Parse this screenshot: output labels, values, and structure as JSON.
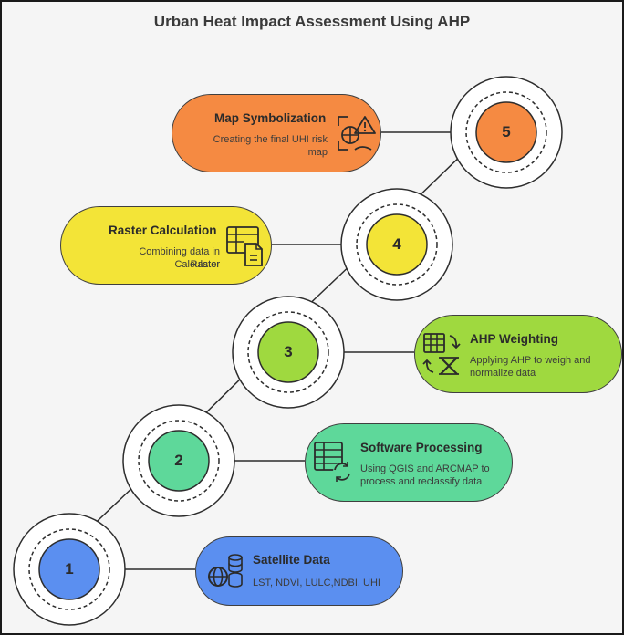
{
  "title": "Urban Heat Impact Assessment Using AHP",
  "steps": [
    {
      "number": "1",
      "title": "Satellite Data",
      "desc": [
        "LST, NDVI, LULC,NDBI, UHI"
      ],
      "color": "#5b8ff0",
      "icon": "globe-database-icon"
    },
    {
      "number": "2",
      "title": "Software Processing",
      "desc": [
        "Using QGIS and ARCMAP to",
        "process and reclassify data"
      ],
      "color": "#5ed89a",
      "icon": "table-refresh-icon"
    },
    {
      "number": "3",
      "title": "AHP Weighting",
      "desc": [
        "Applying AHP to weigh and",
        "normalize data"
      ],
      "color": "#9fd93f",
      "icon": "table-arrows-icon"
    },
    {
      "number": "4",
      "title": "Raster Calculation",
      "desc": [
        "Combining data in Raster",
        "Calculator"
      ],
      "color": "#f3e437",
      "icon": "table-document-icon"
    },
    {
      "number": "5",
      "title": "Map Symbolization",
      "desc": [
        "Creating the final UHI risk",
        "map"
      ],
      "color": "#f58a42",
      "icon": "map-warning-icon"
    }
  ]
}
